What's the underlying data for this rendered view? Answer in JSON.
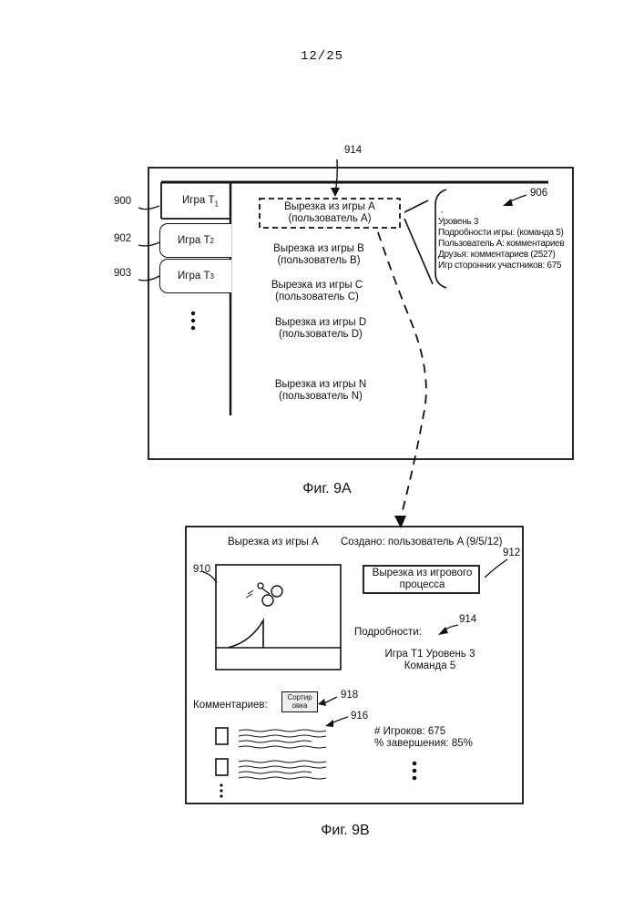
{
  "page_number": "12/25",
  "fig9a": {
    "caption": "Фиг. 9A",
    "labels": {
      "ref_914": "914",
      "ref_900": "900",
      "ref_902": "902",
      "ref_903": "903",
      "ref_906": "906"
    },
    "tabs": [
      {
        "prefix": "Игра T",
        "sub": "1"
      },
      {
        "prefix": "Игра T",
        "sub": "2"
      },
      {
        "prefix": "Игра T",
        "sub": "3"
      }
    ],
    "clips": [
      {
        "title": "Вырезка из игры A",
        "user": "(пользователь A)"
      },
      {
        "title": "Вырезка из игры B",
        "user": "(пользователь B)"
      },
      {
        "title": "Вырезка из игры C",
        "user": "(пользователь C)"
      },
      {
        "title": "Вырезка из игры D",
        "user": "(пользователь D)"
      },
      {
        "title": "Вырезка из игры N",
        "user": "(пользователь N)"
      }
    ],
    "details": [
      "Уровень 3",
      "Подробности игры: (команда 5)",
      "Пользователь A: комментариев",
      "Друзья: комментариев (2527)",
      "Игр сторонних участников: 675"
    ]
  },
  "fig9b": {
    "caption": "Фиг. 9B",
    "clip_title": "Вырезка из игры A",
    "created_by": "Создано: пользователь A (9/5/12)",
    "labels": {
      "ref_910": "910",
      "ref_912": "912",
      "ref_914": "914",
      "ref_918": "918",
      "ref_916": "916"
    },
    "gameplay_button": {
      "line1": "Вырезка из игрового",
      "line2": "процесса"
    },
    "details_label": "Подробности:",
    "details_line1": "Игра T1 Уровень 3",
    "details_line2": "Команда 5",
    "comments_label": "Комментариев:",
    "sort_button": {
      "line1": "Сортир",
      "line2": "овка"
    },
    "stats_players": "# Игроков: 675",
    "stats_completion": "% завершения: 85%"
  }
}
